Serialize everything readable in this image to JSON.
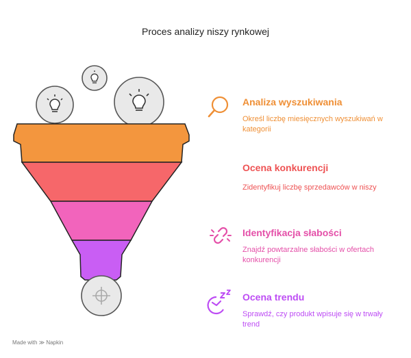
{
  "title": "Proces analizy niszy rynkowej",
  "steps": [
    {
      "heading": "Analiza wyszukiwania",
      "description": "Określ liczbę miesięcznych wyszukiwań w kategorii",
      "color": "#ef8f35",
      "icon": "magnifier-icon"
    },
    {
      "heading": "Ocena konkurencji",
      "description": "Zidentyfikuj liczbę sprzedawców w niszy",
      "color": "#ee5253",
      "icon": "none"
    },
    {
      "heading": "Identyfikacja słabości",
      "description": "Znajdź powtarzalne słabości w ofertach konkurencji",
      "color": "#e44fa8",
      "icon": "broken-link-icon"
    },
    {
      "heading": "Ocena trendu",
      "description": "Sprawdź, czy produkt wpisuje się w trwały trend",
      "color": "#bd4cf4",
      "icon": "trend-sleep-icon"
    }
  ],
  "funnel": {
    "layer_colors": [
      "#f3963e",
      "#f6676a",
      "#f264bc",
      "#c95ef4"
    ],
    "top_icons": [
      "lightbulb-icon",
      "lightbulb-icon",
      "lightbulb-icon"
    ],
    "bottom_icon": "target-coin-icon"
  },
  "footer": {
    "made_with": "Made with",
    "brand": "Napkin"
  }
}
